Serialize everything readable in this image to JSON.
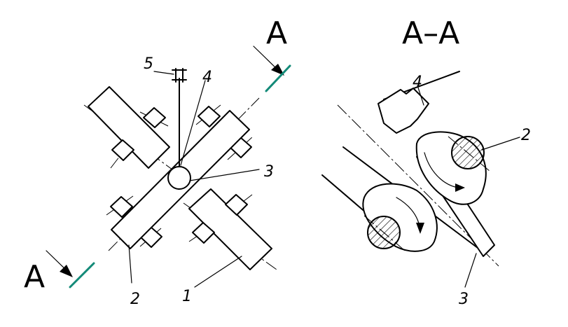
{
  "labels": {
    "view_marker_top": "A",
    "view_marker_bottom": "A",
    "section_title": "A–A",
    "part_1": "1",
    "part_2_left": "2",
    "part_3_left": "3",
    "part_4_left": "4",
    "part_5": "5",
    "part_2_right": "2",
    "part_3_right": "3",
    "part_4_right": "4"
  },
  "colors": {
    "cut_line": "#138a78",
    "ink": "#000000",
    "background": "#ffffff"
  }
}
